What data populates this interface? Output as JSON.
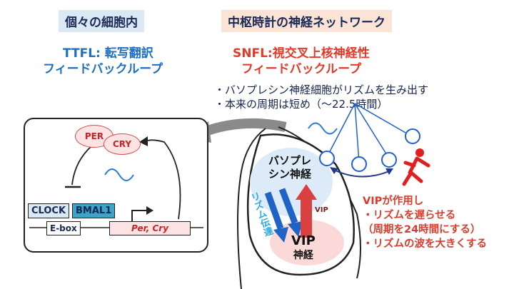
{
  "left": {
    "header": "個々の細胞内",
    "ttfl_label": "TTFL",
    "ttfl_desc": ": 転写翻訳",
    "ttfl_sub": "フィードバックループ",
    "per": "PER",
    "cry": "CRY",
    "clock": "CLOCK",
    "bmal": "BMAL1",
    "ebox": "E-box",
    "gene": "Per, Cry"
  },
  "right": {
    "header": "中枢時計の神経ネットワーク",
    "snfl_label": "SNFL",
    "snfl_desc": ":視交叉上核神経性",
    "snfl_sub": "フィードバックループ",
    "bullet1": "・バソプレシン神経細胞がリズムを生み出す",
    "bullet2": "・本来の周期は短め（～22.5時間）",
    "vaso_line1": "バソプレ",
    "vaso_line2": "シン神経",
    "rhythm_transmission": "リズム伝達",
    "vip_arrow": "VIP",
    "vip_label": "VIP",
    "vip_sub": "神経",
    "effect_title": "VIPが作用し",
    "effect1": "・リズムを遅らせる",
    "effect2": "（周期を24時間にする）",
    "effect3": "・リズムの波を大きくする"
  },
  "colors": {
    "blue": "#1f6fc0",
    "red": "#e03a2a",
    "navy": "#16244f"
  }
}
